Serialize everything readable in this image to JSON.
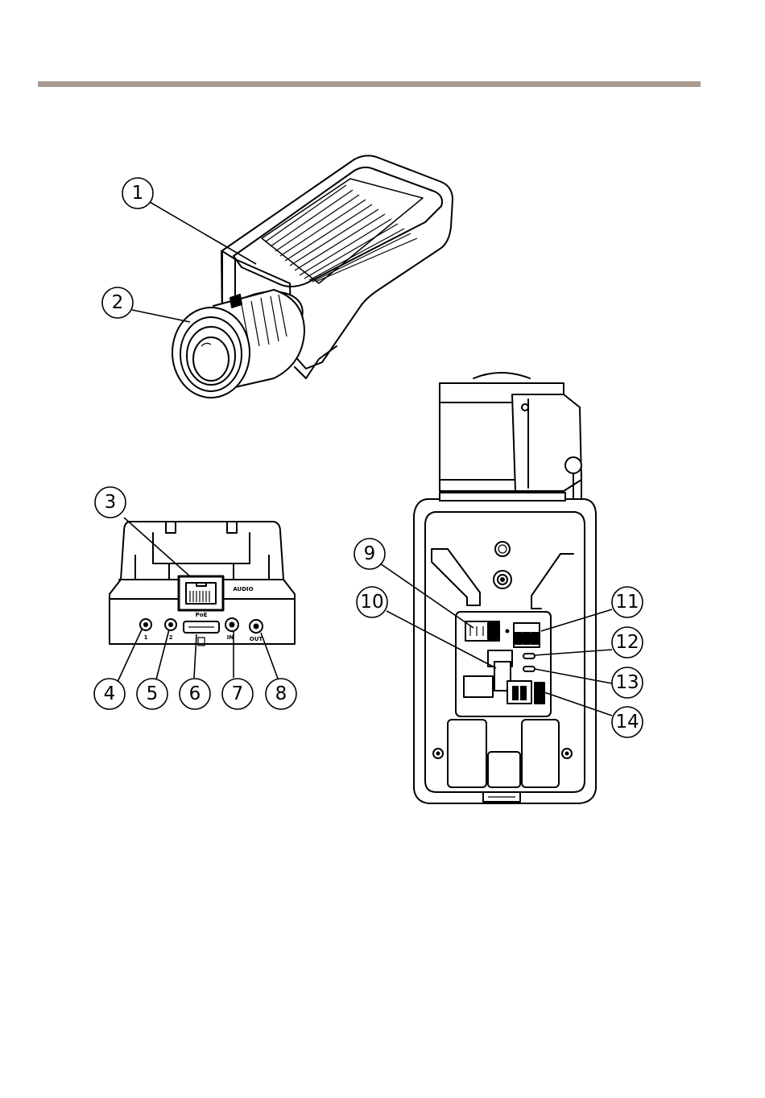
{
  "colors": {
    "rule": "#a89a91"
  },
  "panel_labels": {
    "poe": "PoE",
    "audio": "AUDIO",
    "io1": "1",
    "io2": "2",
    "in": "IN",
    "out": "OUT"
  },
  "callouts": [
    {
      "id": "1",
      "label": "1"
    },
    {
      "id": "2",
      "label": "2"
    },
    {
      "id": "3",
      "label": "3"
    },
    {
      "id": "4",
      "label": "4"
    },
    {
      "id": "5",
      "label": "5"
    },
    {
      "id": "6",
      "label": "6"
    },
    {
      "id": "7",
      "label": "7"
    },
    {
      "id": "8",
      "label": "8"
    },
    {
      "id": "9",
      "label": "9"
    },
    {
      "id": "10",
      "label": "10"
    },
    {
      "id": "11",
      "label": "11"
    },
    {
      "id": "12",
      "label": "12"
    },
    {
      "id": "13",
      "label": "13"
    },
    {
      "id": "14",
      "label": "14"
    }
  ]
}
